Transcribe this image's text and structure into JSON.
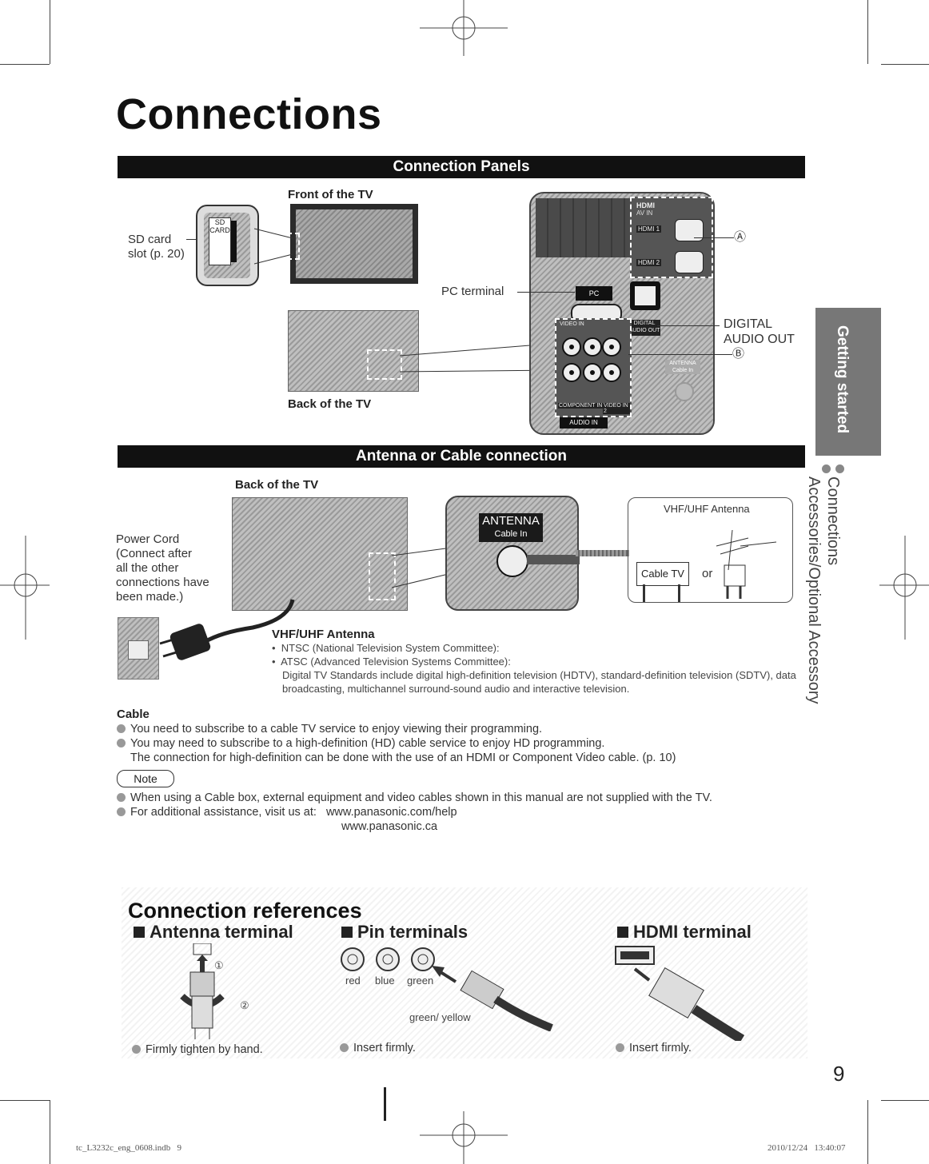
{
  "page": {
    "title": "Connections",
    "page_number": "9",
    "footer_left": "tc_L3232c_eng_0608.indb   9",
    "footer_right": "2010/12/24   13:40:07"
  },
  "side_tab": {
    "active": "Getting started",
    "items": [
      "Connections",
      "Accessories/Optional Accessory"
    ]
  },
  "panels": {
    "band": "Connection Panels",
    "front_label": "Front of the TV",
    "back_label": "Back of the TV",
    "sd_card": "SD card\nslot (p. 20)",
    "sd_text": "SD CARD",
    "pc_terminal": "PC terminal",
    "pc_badge": "PC",
    "digital_audio": "DIGITAL\nAUDIO OUT",
    "digital_audio_badge": "DIGITAL AUDIO OUT",
    "marker_a": "Ⓐ",
    "marker_b": "Ⓑ",
    "hdmi_av_in": "AV IN",
    "hdmi1": "HDMI 1",
    "hdmi2": "HDMI 2",
    "hdmi_logo": "HDMI",
    "video_in": "VIDEO IN",
    "component_in": "COMPONENT IN",
    "video_in2": "VIDEO IN 2",
    "audio_in": "AUDIO IN",
    "antenna_badge": "ANTENNA Cable In"
  },
  "antenna_section": {
    "band": "Antenna or Cable connection",
    "back_label": "Back of the TV",
    "power_cord": "Power Cord\n(Connect after\nall the other\nconnections have\nbeen made.)",
    "antenna_title": "ANTENNA",
    "antenna_sub": "Cable In",
    "vhf_box_label": "VHF/UHF Antenna",
    "cable_tv": "Cable TV",
    "or": "or",
    "vhf_heading": "VHF/UHF Antenna",
    "vhf_items": [
      "NTSC (National Television System Committee):",
      "ATSC (Advanced Television Systems Committee):"
    ],
    "vhf_detail": "Digital TV Standards include digital high-definition television (HDTV), standard-definition television (SDTV), data broadcasting, multichannel surround-sound audio and interactive television."
  },
  "cable": {
    "heading": "Cable",
    "bullets": [
      "You need to subscribe to a cable TV service to enjoy viewing their programming.",
      "You may need to subscribe to a high-definition (HD) cable service to enjoy HD programming."
    ],
    "continuation": "The connection for high-definition can be done with the use of an HDMI or Component Video cable. (p. 10)"
  },
  "note": {
    "label": "Note",
    "bullets": [
      "When using a Cable box, external equipment and video cables shown in this manual are not supplied with the TV.",
      "For additional assistance, visit us at:"
    ],
    "url1": "www.panasonic.com/help",
    "url2": "www.panasonic.ca"
  },
  "references": {
    "title": "Connection references",
    "antenna": {
      "heading": "Antenna terminal",
      "step1": "①",
      "step2": "②",
      "caption": "Firmly tighten by hand."
    },
    "pin": {
      "heading": "Pin terminals",
      "colors": [
        "red",
        "blue",
        "green"
      ],
      "cable_color": "green/ yellow",
      "caption": "Insert firmly."
    },
    "hdmi": {
      "heading": "HDMI terminal",
      "caption": "Insert firmly."
    }
  }
}
